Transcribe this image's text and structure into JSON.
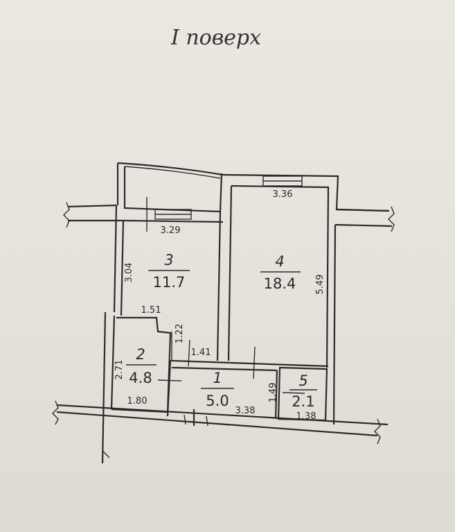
{
  "title": "I поверх",
  "rooms": [
    {
      "number": "1",
      "area": "5.0"
    },
    {
      "number": "2",
      "area": "4.8"
    },
    {
      "number": "3",
      "area": "11.7"
    },
    {
      "number": "4",
      "area": "18.4"
    },
    {
      "number": "5",
      "area": "2.1"
    }
  ],
  "dimensions": {
    "room4_top": "3.36",
    "room3_top": "3.29",
    "room3_left": "3.04",
    "room4_right": "5.49",
    "room2_top": "1.51",
    "room2_notch": "1.22",
    "corridor_top": "1.41",
    "room2_left": "2.71",
    "room2_bottom": "1.80",
    "corridor_bottom": "3.38",
    "room5_left": "1.49",
    "room5_bottom": "1.38"
  }
}
